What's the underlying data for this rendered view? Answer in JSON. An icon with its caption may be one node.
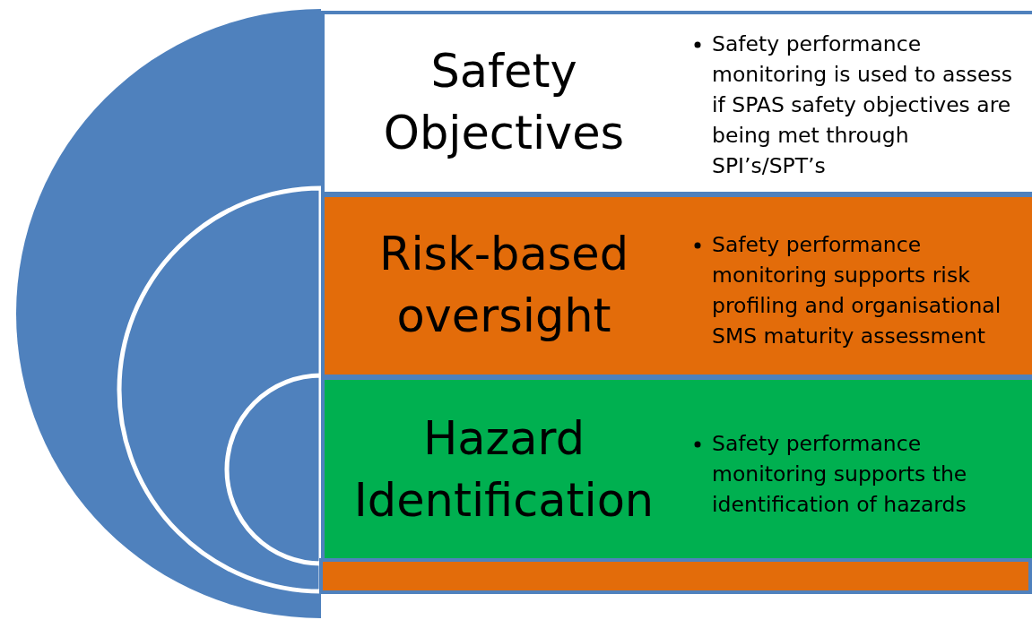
{
  "diagram": {
    "nodes": [
      {
        "text": [
          "Safety Objectives",
          "Safety performance monitoring is used to assess if SPAS safety objectives are being met through SPI’s/SPT’s"
        ]
      },
      {
        "text": [
          "Risk-based oversight",
          "Safety performance monitoring supports risk profiling and organisational SMS maturity assessment"
        ]
      },
      {
        "text": [
          "Hazard Identification",
          "Safety performance monitoring supports the identification of hazards"
        ]
      }
    ]
  }
}
